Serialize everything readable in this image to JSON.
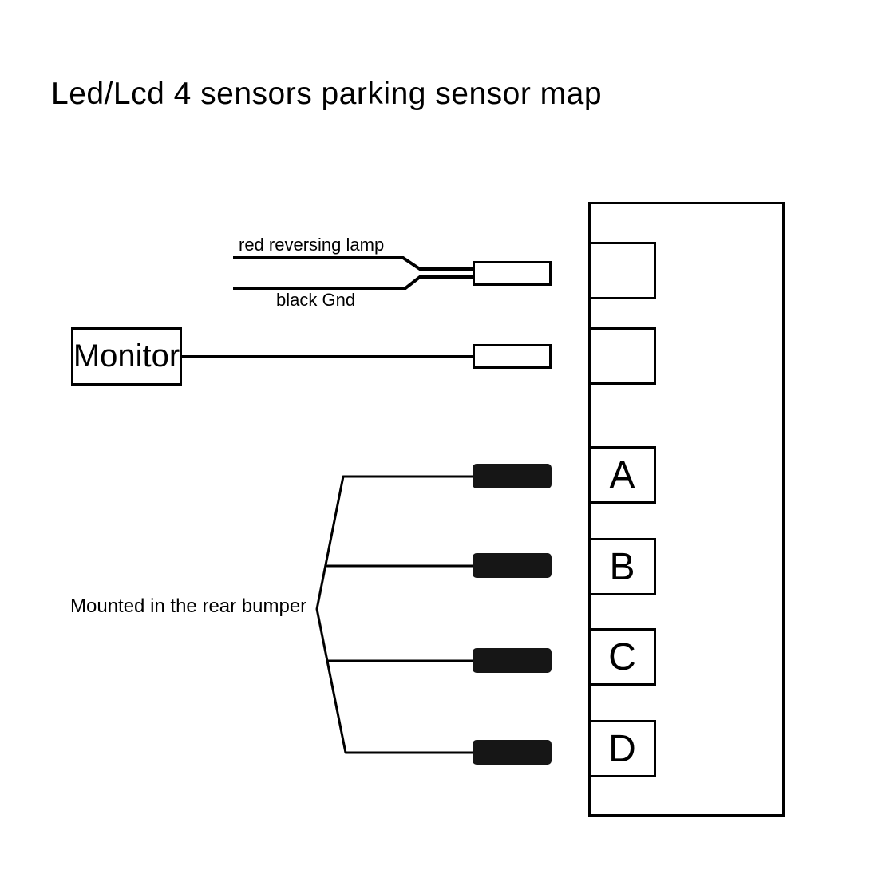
{
  "title": "Led/Lcd 4 sensors parking sensor map",
  "wires": {
    "red_label": "red reversing lamp",
    "black_label": "black Gnd"
  },
  "monitor": {
    "label": "Monitor"
  },
  "bumper": {
    "label": "Mounted in the rear bumper"
  },
  "sensor_ports": [
    {
      "label": "A"
    },
    {
      "label": "B"
    },
    {
      "label": "C"
    },
    {
      "label": "D"
    }
  ],
  "colors": {
    "ink": "#000000",
    "plug_fill": "#161616",
    "background": "#ffffff"
  }
}
